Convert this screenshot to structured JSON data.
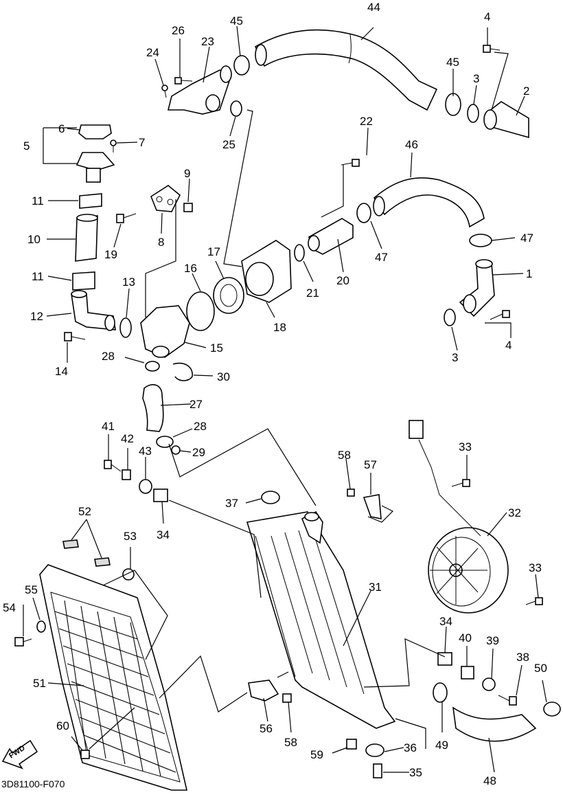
{
  "diagram": {
    "code": "3D81100-F070",
    "fwd_label": "FWD"
  },
  "labels": {
    "l1": "1",
    "l2": "2",
    "l3a": "3",
    "l3b": "3",
    "l4a": "4",
    "l4b": "4",
    "l5": "5",
    "l6": "6",
    "l7": "7",
    "l8": "8",
    "l9": "9",
    "l10": "10",
    "l11a": "11",
    "l11b": "11",
    "l12": "12",
    "l13": "13",
    "l14": "14",
    "l15": "15",
    "l16": "16",
    "l17": "17",
    "l18": "18",
    "l19": "19",
    "l20": "20",
    "l21": "21",
    "l22": "22",
    "l23": "23",
    "l24": "24",
    "l25": "25",
    "l26": "26",
    "l27": "27",
    "l28a": "28",
    "l28b": "28",
    "l29": "29",
    "l30": "30",
    "l31": "31",
    "l32": "32",
    "l33a": "33",
    "l33b": "33",
    "l34a": "34",
    "l34b": "34",
    "l35": "35",
    "l36": "36",
    "l37": "37",
    "l38": "38",
    "l39": "39",
    "l40": "40",
    "l41": "41",
    "l42": "42",
    "l43": "43",
    "l44": "44",
    "l45a": "45",
    "l45b": "45",
    "l46": "46",
    "l47a": "47",
    "l47b": "47",
    "l48": "48",
    "l49": "49",
    "l50": "50",
    "l51": "51",
    "l52": "52",
    "l53": "53",
    "l54": "54",
    "l55": "55",
    "l56": "56",
    "l57": "57",
    "l58a": "58",
    "l58b": "58",
    "l59": "59",
    "l60": "60"
  }
}
